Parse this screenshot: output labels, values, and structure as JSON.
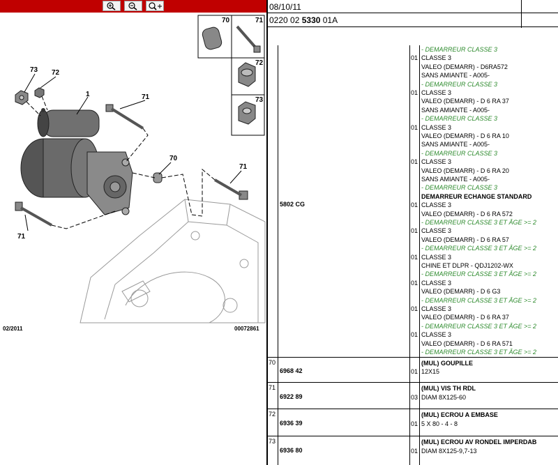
{
  "toolbar": {
    "zoom_in_icon": "zoom-in-icon",
    "zoom_out_icon": "zoom-out-icon",
    "zoom_fit_icon": "zoom-fit-icon"
  },
  "diagram": {
    "callouts": [
      "73",
      "72",
      "1",
      "71",
      "70",
      "71",
      "71"
    ],
    "inset_labels": [
      "70",
      "71",
      "72",
      "73"
    ],
    "date": "02/2011",
    "ref": "00072861"
  },
  "header": {
    "date": "08/10/11",
    "code_prefix": "0220 02 ",
    "code_bold": "5330",
    "code_suffix": " 01A"
  },
  "row1": {
    "ref": "5802 CG",
    "lines": [
      {
        "q": "",
        "t": "- DEMARREUR CLASSE 3",
        "s": "green"
      },
      {
        "q": "01",
        "t": "CLASSE 3",
        "s": ""
      },
      {
        "q": "",
        "t": "VALEO (DEMARR) - D6RA572",
        "s": ""
      },
      {
        "q": "",
        "t": "SANS AMIANTE - A005-",
        "s": ""
      },
      {
        "q": "",
        "t": "- DEMARREUR CLASSE 3",
        "s": "green"
      },
      {
        "q": "01",
        "t": "CLASSE 3",
        "s": ""
      },
      {
        "q": "",
        "t": "VALEO (DEMARR) - D 6 RA 37",
        "s": ""
      },
      {
        "q": "",
        "t": "SANS AMIANTE - A005-",
        "s": ""
      },
      {
        "q": "",
        "t": "- DEMARREUR CLASSE 3",
        "s": "green"
      },
      {
        "q": "01",
        "t": "CLASSE 3",
        "s": ""
      },
      {
        "q": "",
        "t": "VALEO (DEMARR) - D 6 RA 10",
        "s": ""
      },
      {
        "q": "",
        "t": "SANS AMIANTE - A005-",
        "s": ""
      },
      {
        "q": "",
        "t": "- DEMARREUR CLASSE 3",
        "s": "green"
      },
      {
        "q": "01",
        "t": "CLASSE 3",
        "s": ""
      },
      {
        "q": "",
        "t": "VALEO (DEMARR) - D 6 RA 20",
        "s": ""
      },
      {
        "q": "",
        "t": "SANS AMIANTE - A005-",
        "s": ""
      },
      {
        "q": "",
        "t": "- DEMARREUR CLASSE 3",
        "s": "green"
      },
      {
        "q": "",
        "t": "DEMARREUR ECHANGE STANDARD",
        "s": "bold"
      },
      {
        "q": "01",
        "t": "CLASSE 3",
        "s": ""
      },
      {
        "q": "",
        "t": "VALEO (DEMARR) - D 6 RA 572",
        "s": ""
      },
      {
        "q": "",
        "t": "- DEMARREUR CLASSE 3 ET ÂGE >= 2",
        "s": "green"
      },
      {
        "q": "01",
        "t": "CLASSE 3",
        "s": ""
      },
      {
        "q": "",
        "t": "VALEO (DEMARR) - D 6 RA 57",
        "s": ""
      },
      {
        "q": "",
        "t": "- DEMARREUR CLASSE 3 ET ÂGE >= 2",
        "s": "green"
      },
      {
        "q": "01",
        "t": "CLASSE 3",
        "s": ""
      },
      {
        "q": "",
        "t": "CHINE ET DLPR - QDJ1202-WX",
        "s": ""
      },
      {
        "q": "",
        "t": "- DEMARREUR CLASSE 3 ET ÂGE >= 2",
        "s": "green"
      },
      {
        "q": "01",
        "t": "CLASSE 3",
        "s": ""
      },
      {
        "q": "",
        "t": "VALEO (DEMARR) - D 6 G3",
        "s": ""
      },
      {
        "q": "",
        "t": "- DEMARREUR CLASSE 3 ET ÂGE >= 2",
        "s": "green"
      },
      {
        "q": "01",
        "t": "CLASSE 3",
        "s": ""
      },
      {
        "q": "",
        "t": "VALEO (DEMARR) - D 6 RA 37",
        "s": ""
      },
      {
        "q": "",
        "t": "- DEMARREUR CLASSE 3 ET ÂGE >= 2",
        "s": "green"
      },
      {
        "q": "01",
        "t": "CLASSE 3",
        "s": ""
      },
      {
        "q": "",
        "t": "VALEO (DEMARR) - D 6 RA 571",
        "s": ""
      },
      {
        "q": "",
        "t": "- DEMARREUR CLASSE 3 ET ÂGE >= 2",
        "s": "green"
      }
    ]
  },
  "parts": [
    {
      "num": "70",
      "ref": "6968 42",
      "qty": "01",
      "title": "(MUL) GOUPILLE",
      "desc": "12X15"
    },
    {
      "num": "71",
      "ref": "6922 89",
      "qty": "03",
      "title": "(MUL) VIS TH RDL",
      "desc": "DIAM 8X125-60"
    },
    {
      "num": "72",
      "ref": "6936 39",
      "qty": "01",
      "title": "(MUL) ECROU A EMBASE",
      "desc": "5 X 80 - 4 - 8"
    },
    {
      "num": "73",
      "ref": "6936 80",
      "qty": "01",
      "title": "(MUL) ECROU AV RONDEL IMPERDAB",
      "desc": "DIAM 8X125-9,7-13"
    }
  ]
}
